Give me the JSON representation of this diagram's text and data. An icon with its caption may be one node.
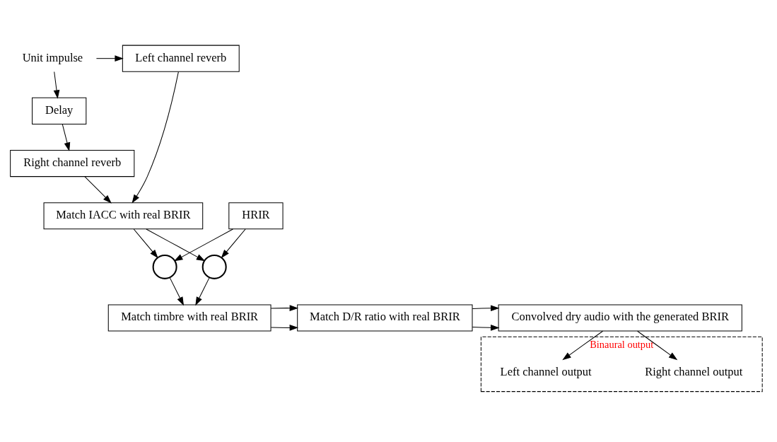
{
  "diagram": {
    "nodes": [
      {
        "text": [
          "Unit impulse"
        ]
      },
      {
        "text": [
          "Left channel reverb"
        ]
      },
      {
        "text": [
          "Delay"
        ]
      },
      {
        "text": [
          "Right channel reverb"
        ]
      },
      {
        "text": [
          "Match IACC with real BRIR"
        ]
      },
      {
        "text": [
          "HRIR"
        ]
      },
      {
        "text": [],
        "shape": "circle"
      },
      {
        "text": [],
        "shape": "circle"
      },
      {
        "text": [
          "Match timbre with real BRIR"
        ]
      },
      {
        "text": [
          "Match D/R ratio with real BRIR"
        ]
      },
      {
        "text": [
          "Convolved dry audio with the generated BRIR"
        ]
      },
      {
        "text": [
          "Binaural output"
        ]
      },
      {
        "text": [
          "Right channel output"
        ],
        "in": 11
      },
      {
        "text": [
          "Left channel output"
        ],
        "in": 11
      }
    ],
    "edges": [
      {
        "from": 0,
        "to": 1,
        "arrow": "to"
      },
      {
        "from": 0,
        "to": 2,
        "arrow": "to"
      },
      {
        "from": 2,
        "to": 3,
        "arrow": "to"
      },
      {
        "from": 3,
        "to": 4,
        "arrow": "to"
      },
      {
        "from": 1,
        "to": 4,
        "arrow": "to"
      },
      {
        "from": 5,
        "to": 6,
        "arrow": "to"
      },
      {
        "from": 4,
        "to": 6,
        "arrow": "to"
      },
      {
        "from": 5,
        "to": 7,
        "arrow": "to"
      },
      {
        "from": 4,
        "to": 7,
        "arrow": "to"
      },
      {
        "from": 7,
        "to": 8,
        "arrow": "to"
      },
      {
        "from": 6,
        "to": 8,
        "arrow": "to"
      },
      {
        "from": 8,
        "to": 9,
        "arrow": "to"
      },
      {
        "from": 8,
        "to": 9,
        "arrow": "to"
      },
      {
        "from": 9,
        "to": 10,
        "arrow": "to"
      },
      {
        "from": 9,
        "to": 10,
        "arrow": "to"
      },
      {
        "from": 10,
        "to": 12,
        "arrow": "to"
      },
      {
        "from": 10,
        "to": 13,
        "arrow": "to"
      }
    ]
  }
}
